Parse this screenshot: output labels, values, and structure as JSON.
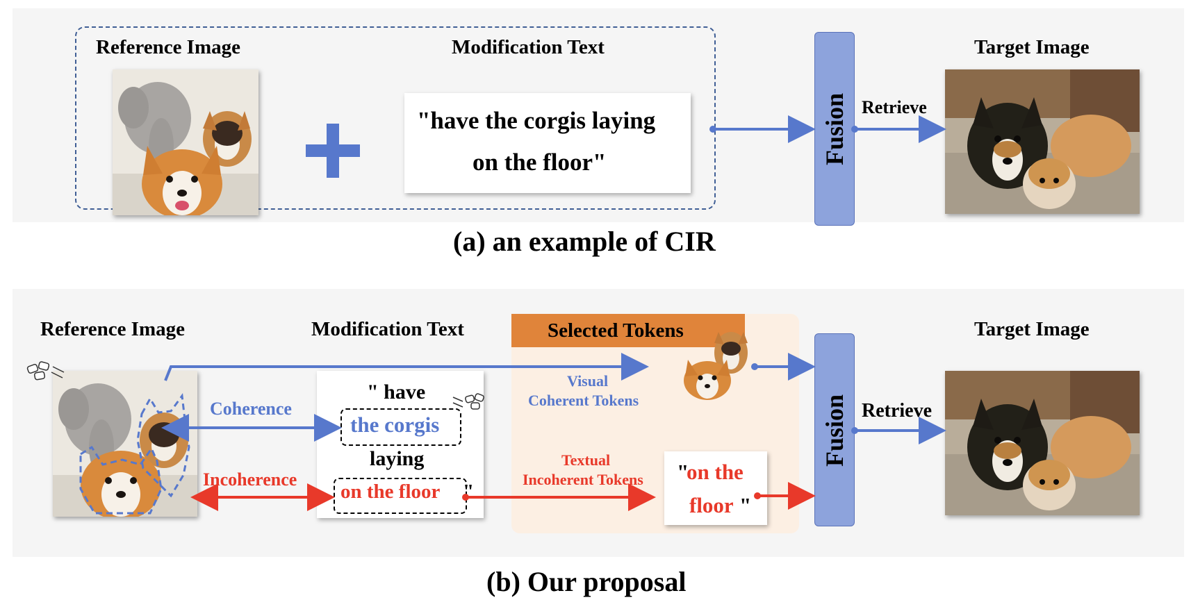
{
  "panel_a": {
    "reference_label": "Reference Image",
    "modification_label": "Modification Text",
    "modification_text_line1": "\"have the corgis laying",
    "modification_text_line2": "on the floor\"",
    "plus_icon": "plus-icon",
    "fusion_label": "Fusion",
    "retrieve_label": "Retrieve",
    "target_label": "Target Image",
    "caption": "(a) an example of CIR"
  },
  "panel_b": {
    "reference_label": "Reference Image",
    "modification_label": "Modification Text",
    "selected_tokens_label": "Selected Tokens",
    "text_have": "\" have",
    "text_corgis": "the corgis",
    "text_laying": "laying",
    "text_floor": "on the floor",
    "text_close_quote": "\"",
    "coherence_label": "Coherence",
    "incoherence_label": "Incoherence",
    "visual_tokens_line1": "Visual",
    "visual_tokens_line2": "Coherent Tokens",
    "textual_tokens_line1": "Textual",
    "textual_tokens_line2": "Incoherent Tokens",
    "token_open_quote": "\"",
    "token_text_line1": "on the",
    "token_text_line2": "floor",
    "token_close_quote": "\"",
    "fusion_label": "Fusion",
    "retrieve_label": "Retrieve",
    "target_label": "Target Image",
    "caption": "(b)  Our proposal"
  },
  "colors": {
    "blue_arrow": "#5778cc",
    "red_arrow": "#e8392a",
    "fusion_fill": "#8da3dc",
    "selected_header": "#e0843a",
    "selected_bg": "#fcefe3"
  }
}
